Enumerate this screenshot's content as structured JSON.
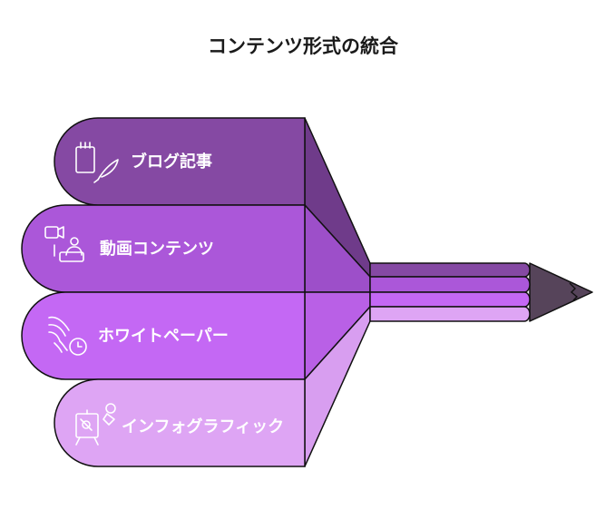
{
  "title": "コンテンツ形式の統合",
  "items": [
    {
      "label": "ブログ記事",
      "icon": "notepad-quill-icon",
      "color": "#8549a3"
    },
    {
      "label": "動画コンテンツ",
      "icon": "video-person-icon",
      "color": "#ab57d9"
    },
    {
      "label": "ホワイトペーパー",
      "icon": "wind-clock-icon",
      "color": "#c468f4"
    },
    {
      "label": "インフォグラフィック",
      "icon": "easel-brush-icon",
      "color": "#dea5f4"
    }
  ],
  "colors": {
    "tip": "#56445a",
    "top_facet": "#6f3b8a",
    "stroke": "#111111"
  }
}
